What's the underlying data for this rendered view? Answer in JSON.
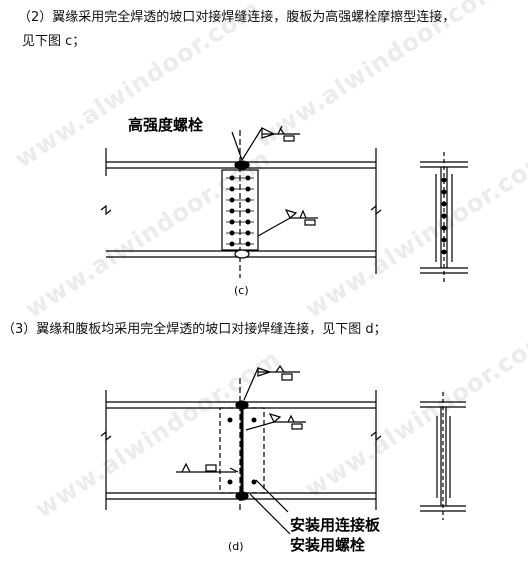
{
  "paragraphs": {
    "p1_line1": "（2）翼缘采用完全焊透的坡口对接焊缝连接，腹板为高强螺栓摩擦型连接，",
    "p1_line2": "见下图 c；",
    "p2": "（3）翼缘和腹板均采用完全焊透的坡口对接焊缝连接，见下图 d；"
  },
  "figure_c": {
    "callout": "高强度螺栓",
    "caption": "(c)"
  },
  "figure_d": {
    "callout_plate": "安装用连接板",
    "callout_bolt": "安装用螺栓",
    "caption": "(d)"
  },
  "watermark": "www.alwindoor.com"
}
